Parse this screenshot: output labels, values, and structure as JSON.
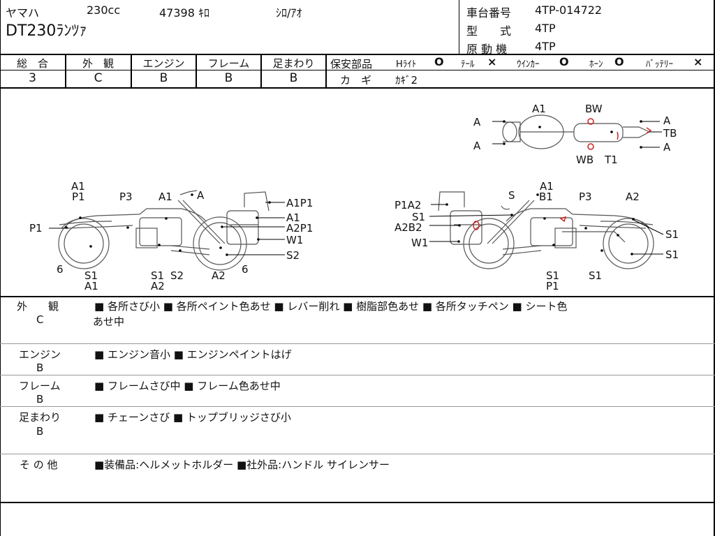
{
  "header": {
    "maker": "ヤマハ",
    "displacement": "230cc",
    "mileage": "47398 ｷﾛ",
    "color": "ｼﾛ/ｱｵ",
    "model": "DT230ﾗﾝﾂｧ",
    "frame_label": "車台番号",
    "frame_value": "4TP-014722",
    "type_label": "型　　式",
    "type_value": "4TP",
    "engine_label": "原 動 機",
    "engine_value": "4TP"
  },
  "grades": [
    {
      "label": "総　合",
      "value": "3"
    },
    {
      "label": "外　観",
      "value": "C"
    },
    {
      "label": "エンジン",
      "value": "B"
    },
    {
      "label": "フレーム",
      "value": "B"
    },
    {
      "label": "足まわり",
      "value": "B"
    }
  ],
  "safety": {
    "label": "保安部品",
    "items": [
      {
        "name": "Hﾗｲﾄ",
        "mark": "O"
      },
      {
        "name": "ﾃｰﾙ",
        "mark": "×"
      },
      {
        "name": "ｳｲﾝｶｰ",
        "mark": "O"
      },
      {
        "name": "ﾎｰﾝ",
        "mark": "O"
      },
      {
        "name": "ﾊﾞｯﾃﾘｰ",
        "mark": "×"
      }
    ],
    "key_label": "カ　ギ",
    "key_value": "ｶｷﾞ2"
  },
  "diagram": {
    "top_view": [
      "A1",
      "BW",
      "A",
      "A",
      "A",
      "TB",
      "A",
      "WB",
      "T1"
    ],
    "left_side": [
      "A1",
      "P1",
      "P3",
      "A1",
      "A",
      "A1P1",
      "A1",
      "A2P1",
      "W1",
      "S2",
      "P1",
      "6",
      "S1",
      "A1",
      "S1",
      "A2",
      "S2",
      "A2",
      "6"
    ],
    "right_side": [
      "S",
      "A1",
      "B1",
      "P3",
      "A2",
      "P1A2",
      "S1",
      "A2B2",
      "W1",
      "S1",
      "S1",
      "S1",
      "P1",
      "S1"
    ]
  },
  "sections": [
    {
      "title": "外　　観",
      "grade": "C",
      "notes": "■ 各所さび小 ■ 各所ペイント色あせ ■ レバー削れ ■ 樹脂部色あせ ■ 各所タッチペン ■ シート色",
      "notes2": "あせ中"
    },
    {
      "title": "エンジン",
      "grade": "B",
      "notes": "■ エンジン音小 ■ エンジンペイントはげ",
      "notes2": ""
    },
    {
      "title": "フレーム",
      "grade": "B",
      "notes": "■ フレームさび中 ■ フレーム色あせ中",
      "notes2": ""
    },
    {
      "title": "足まわり",
      "grade": "B",
      "notes": "■ チェーンさび ■ トップブリッジさび小",
      "notes2": ""
    },
    {
      "title": "そ の 他",
      "grade": "",
      "notes": "■装備品:ヘルメットホルダー ■社外品:ハンドル サイレンサー",
      "notes2": ""
    }
  ],
  "colors": {
    "line": "#000000",
    "mark": "#cc2222",
    "sketch": "#555555"
  }
}
